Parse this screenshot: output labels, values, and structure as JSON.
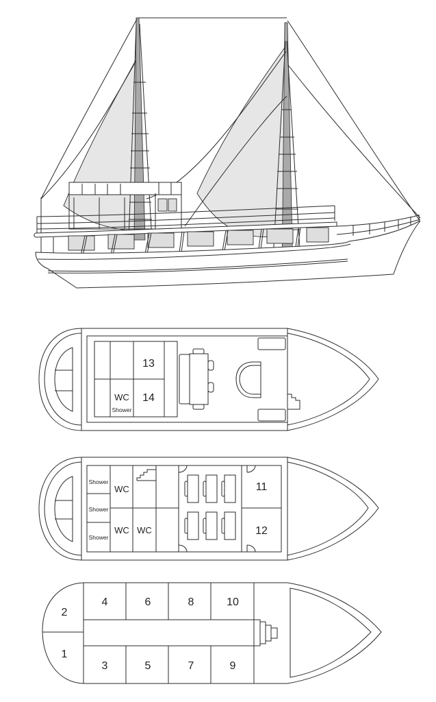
{
  "diagram": {
    "title": "Sailing boat profile and deck plans",
    "views": [
      {
        "name": "side-profile",
        "description": "Two-masted gulet side elevation with sails"
      },
      {
        "name": "upper-deck",
        "description": "Top deck plan"
      },
      {
        "name": "main-deck",
        "description": "Main deck plan"
      },
      {
        "name": "lower-deck",
        "description": "Lower deck cabin plan"
      }
    ]
  },
  "colors": {
    "line": "#2a2a2a",
    "sail_fill": "#e6e6e6",
    "window_fill": "#dedede",
    "mast_fill": "#a9a9a9",
    "background": "#ffffff"
  },
  "upper_deck": {
    "cabins": [
      {
        "label": "13"
      },
      {
        "label": "14"
      }
    ],
    "wc_label": "WC",
    "shower_label": "Shower"
  },
  "main_deck": {
    "cabins": [
      {
        "label": "11"
      },
      {
        "label": "12"
      }
    ],
    "shower_labels": [
      "Shower",
      "Shower",
      "Shower"
    ],
    "wc_labels": [
      "WC",
      "WC",
      "WC"
    ]
  },
  "lower_deck": {
    "cabins": [
      {
        "label": "1"
      },
      {
        "label": "2"
      },
      {
        "label": "3"
      },
      {
        "label": "4"
      },
      {
        "label": "5"
      },
      {
        "label": "6"
      },
      {
        "label": "7"
      },
      {
        "label": "8"
      },
      {
        "label": "9"
      },
      {
        "label": "10"
      }
    ]
  }
}
